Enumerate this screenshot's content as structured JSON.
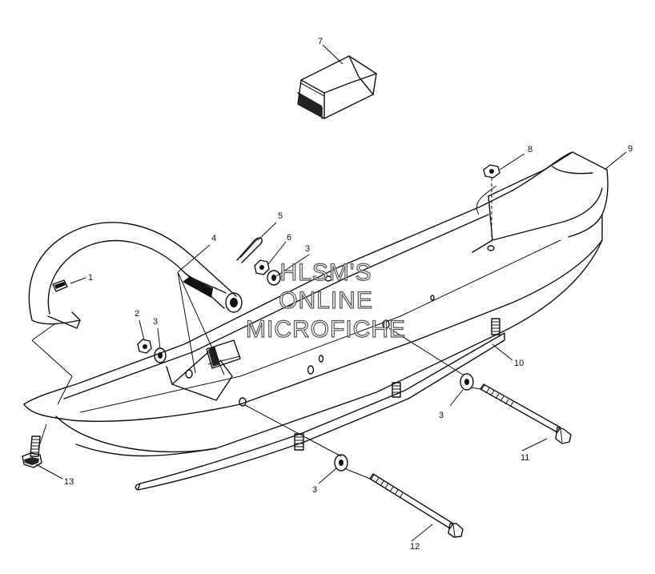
{
  "watermark": {
    "line1": "HLSM'S",
    "line2": "ONLINE",
    "line3": "MICROFICHE"
  },
  "callouts": [
    {
      "id": "c1",
      "label": "1"
    },
    {
      "id": "c2",
      "label": "2"
    },
    {
      "id": "c3a",
      "label": "3"
    },
    {
      "id": "c3b",
      "label": "3"
    },
    {
      "id": "c3c",
      "label": "3"
    },
    {
      "id": "c3d",
      "label": "3"
    },
    {
      "id": "c4",
      "label": "4"
    },
    {
      "id": "c5",
      "label": "5"
    },
    {
      "id": "c6",
      "label": "6"
    },
    {
      "id": "c7",
      "label": "7"
    },
    {
      "id": "c8",
      "label": "8"
    },
    {
      "id": "c9",
      "label": "9"
    },
    {
      "id": "c10",
      "label": "10"
    },
    {
      "id": "c11",
      "label": "11"
    },
    {
      "id": "c12",
      "label": "12"
    },
    {
      "id": "c13",
      "label": "13"
    }
  ]
}
